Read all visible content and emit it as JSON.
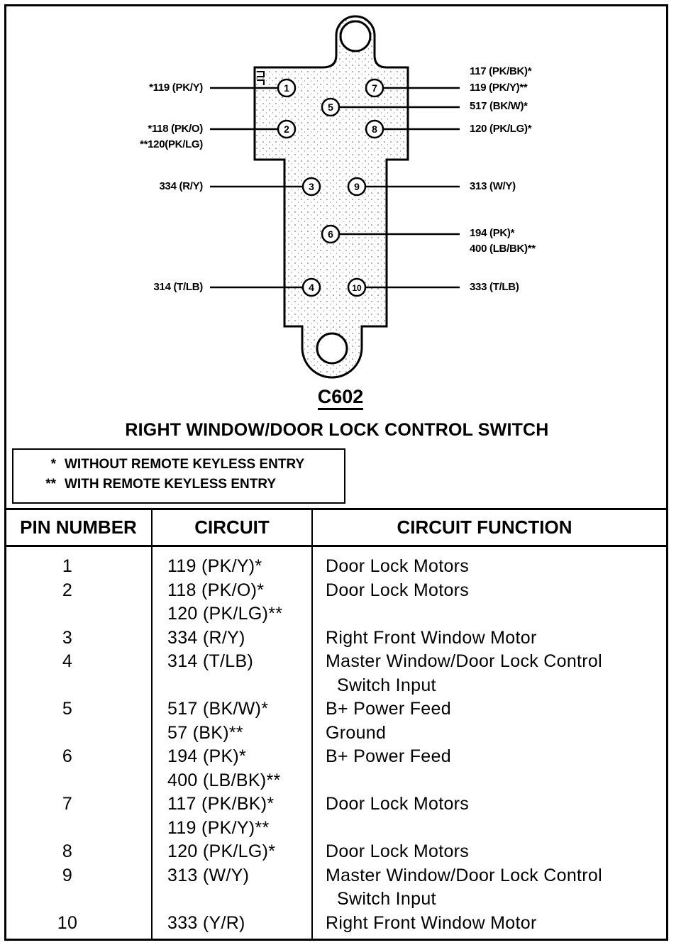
{
  "connector": {
    "id": "C602",
    "title": "RIGHT WINDOW/DOOR LOCK CONTROL SWITCH",
    "pins": [
      "1",
      "2",
      "3",
      "4",
      "5",
      "6",
      "7",
      "8",
      "9",
      "10"
    ]
  },
  "pin_labels": {
    "p1": "*119 (PK/Y)",
    "p2_a": "*118 (PK/O)",
    "p2_b": "**120(PK/LG)",
    "p3": "334 (R/Y)",
    "p4": "314 (T/LB)",
    "p7_a": "117 (PK/BK)*",
    "p7_b": "119 (PK/Y)**",
    "p5": "517 (BK/W)*",
    "p8": "120 (PK/LG)*",
    "p9": "313 (W/Y)",
    "p6_a": "194 (PK)*",
    "p6_b": "400 (LB/BK)**",
    "p10": "333 (T/LB)"
  },
  "legend": [
    {
      "mark": "*",
      "text": "WITHOUT REMOTE KEYLESS ENTRY"
    },
    {
      "mark": "**",
      "text": "WITH REMOTE KEYLESS ENTRY"
    }
  ],
  "table": {
    "headers": [
      "PIN NUMBER",
      "CIRCUIT",
      "CIRCUIT FUNCTION"
    ],
    "rows": [
      {
        "pin": "1",
        "circuit": "119 (PK/Y)*",
        "function": "Door Lock Motors"
      },
      {
        "pin": "2",
        "circuit": "118 (PK/O)*",
        "function": "Door Lock Motors"
      },
      {
        "pin": "",
        "circuit": "120 (PK/LG)**",
        "function": ""
      },
      {
        "pin": "3",
        "circuit": "334 (R/Y)",
        "function": "Right Front Window Motor"
      },
      {
        "pin": "4",
        "circuit": "314 (T/LB)",
        "function": "Master Window/Door Lock Control"
      },
      {
        "pin": "",
        "circuit": "",
        "function": "Switch Input"
      },
      {
        "pin": "5",
        "circuit": "517 (BK/W)*",
        "function": "B+ Power Feed"
      },
      {
        "pin": "",
        "circuit": "57 (BK)**",
        "function": "Ground"
      },
      {
        "pin": "6",
        "circuit": "194 (PK)*",
        "function": "B+ Power Feed"
      },
      {
        "pin": "",
        "circuit": "400 (LB/BK)**",
        "function": ""
      },
      {
        "pin": "7",
        "circuit": "117 (PK/BK)*",
        "function": "Door Lock Motors"
      },
      {
        "pin": "",
        "circuit": "119 (PK/Y)**",
        "function": ""
      },
      {
        "pin": "8",
        "circuit": "120 (PK/LG)*",
        "function": "Door Lock Motors"
      },
      {
        "pin": "9",
        "circuit": "313 (W/Y)",
        "function": "Master Window/Door Lock Control"
      },
      {
        "pin": "",
        "circuit": "",
        "function": "Switch Input"
      },
      {
        "pin": "10",
        "circuit": "333 (Y/R)",
        "function": "Right Front Window Motor"
      }
    ]
  }
}
